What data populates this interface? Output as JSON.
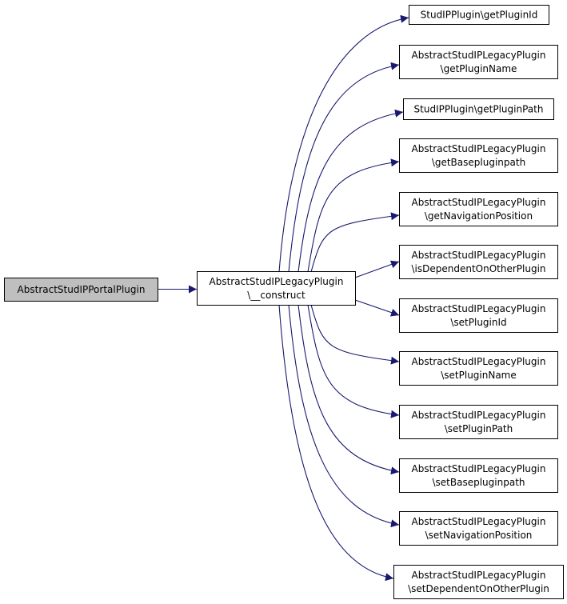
{
  "colors": {
    "edge": "#191970",
    "root_fill": "#bfbfbf",
    "node_fill": "#ffffff",
    "border": "#000000"
  },
  "root": {
    "lines": [
      "AbstractStudIPPortalPlugin"
    ]
  },
  "center": {
    "lines": [
      "AbstractStudIPLegacyPlugin",
      "\\__construct"
    ]
  },
  "targets": [
    {
      "lines": [
        "StudIPPlugin\\getPluginId"
      ]
    },
    {
      "lines": [
        "AbstractStudIPLegacyPlugin",
        "\\getPluginName"
      ]
    },
    {
      "lines": [
        "StudIPPlugin\\getPluginPath"
      ]
    },
    {
      "lines": [
        "AbstractStudIPLegacyPlugin",
        "\\getBasepluginpath"
      ]
    },
    {
      "lines": [
        "AbstractStudIPLegacyPlugin",
        "\\getNavigationPosition"
      ]
    },
    {
      "lines": [
        "AbstractStudIPLegacyPlugin",
        "\\isDependentOnOtherPlugin"
      ]
    },
    {
      "lines": [
        "AbstractStudIPLegacyPlugin",
        "\\setPluginId"
      ]
    },
    {
      "lines": [
        "AbstractStudIPLegacyPlugin",
        "\\setPluginName"
      ]
    },
    {
      "lines": [
        "AbstractStudIPLegacyPlugin",
        "\\setPluginPath"
      ]
    },
    {
      "lines": [
        "AbstractStudIPLegacyPlugin",
        "\\setBasepluginpath"
      ]
    },
    {
      "lines": [
        "AbstractStudIPLegacyPlugin",
        "\\setNavigationPosition"
      ]
    },
    {
      "lines": [
        "AbstractStudIPLegacyPlugin",
        "\\setDependentOnOtherPlugin"
      ]
    }
  ]
}
